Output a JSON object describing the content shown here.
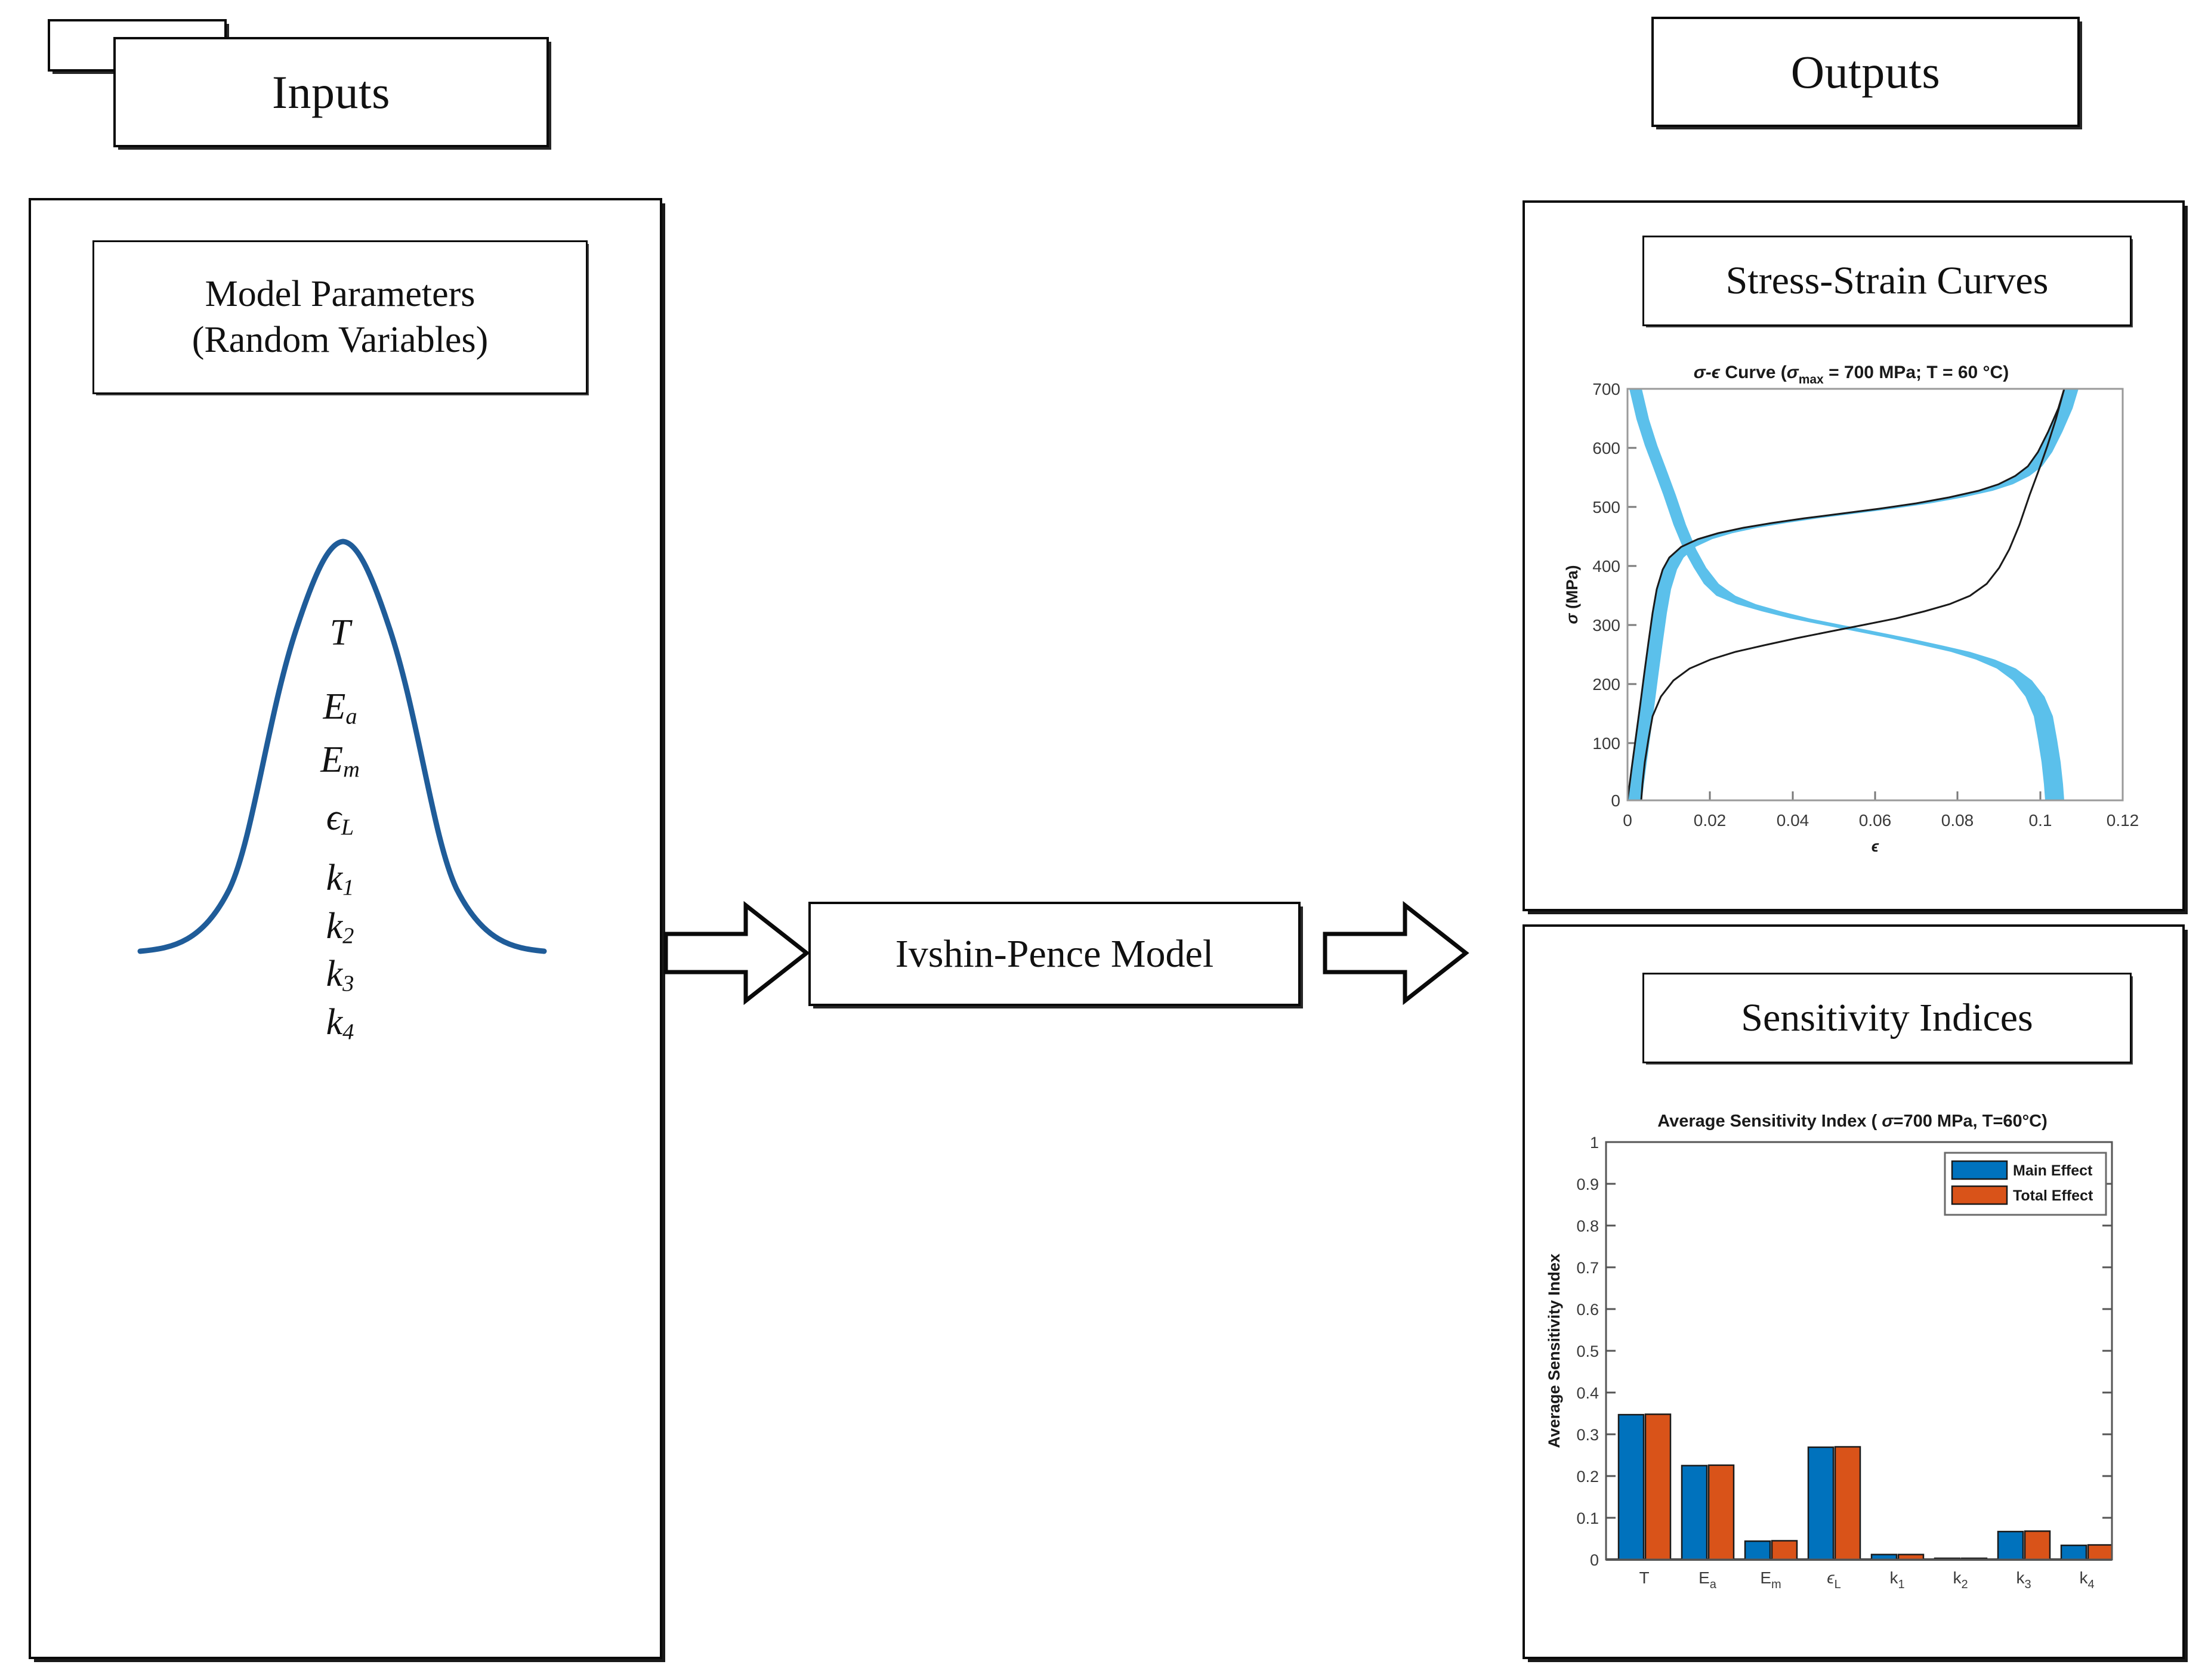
{
  "inputs": {
    "header_label": "Inputs",
    "parameters_box": {
      "line1": "Model Parameters",
      "line2": "(Random Variables)"
    },
    "random_variables": [
      {
        "symbol": "T",
        "sub": ""
      },
      {
        "symbol": "E",
        "sub": "a"
      },
      {
        "symbol": "E",
        "sub": "m"
      },
      {
        "symbol": "ϵ",
        "sub": "L"
      },
      {
        "symbol": "k",
        "sub": "1"
      },
      {
        "symbol": "k",
        "sub": "2"
      },
      {
        "symbol": "k",
        "sub": "3"
      },
      {
        "symbol": "k",
        "sub": "4"
      }
    ],
    "distribution_curve_color": "#1F5C99"
  },
  "model": {
    "label": "Ivshin-Pence Model"
  },
  "flow": {
    "arrow_in_name": "arrow-inputs-to-model",
    "arrow_out_name": "arrow-model-to-outputs"
  },
  "outputs": {
    "header_label": "Outputs",
    "panels": [
      {
        "title": "Stress-Strain Curves"
      },
      {
        "title": "Sensitivity Indices"
      }
    ]
  },
  "chart_data": [
    {
      "type": "line",
      "name": "stress-strain-curve",
      "title": "σ-ϵ Curve (σ_max =  700 MPa; T = 60 °C)",
      "title_parts": {
        "pre": "σ-ϵ Curve (",
        "sigma": "σ",
        "sub": "max",
        "post": " =  700 MPa; T = 60 °C)"
      },
      "xlabel": "ϵ",
      "ylabel": "σ (MPa)",
      "xlim": [
        0,
        0.12
      ],
      "ylim": [
        0,
        700
      ],
      "xticks": [
        "0",
        "0.02",
        "0.04",
        "0.06",
        "0.08",
        "0.1",
        "0.12"
      ],
      "xtick_values": [
        0,
        0.02,
        0.04,
        0.06,
        0.08,
        0.1,
        0.12
      ],
      "yticks": [
        "0",
        "100",
        "200",
        "300",
        "400",
        "500",
        "600",
        "700"
      ],
      "ytick_values": [
        0,
        100,
        200,
        300,
        400,
        500,
        600,
        700
      ],
      "grid": false,
      "band_color": "#5BC0EB",
      "mean_line_color": "#1a1a1a",
      "series": [
        {
          "name": "loading (mean)",
          "points": [
            [
              0.0,
              0
            ],
            [
              0.001,
              55
            ],
            [
              0.002,
              108
            ],
            [
              0.003,
              160
            ],
            [
              0.004,
              215
            ],
            [
              0.005,
              268
            ],
            [
              0.006,
              318
            ],
            [
              0.007,
              358
            ],
            [
              0.0085,
              392
            ],
            [
              0.01,
              412
            ],
            [
              0.013,
              430
            ],
            [
              0.017,
              443
            ],
            [
              0.022,
              453
            ],
            [
              0.028,
              462
            ],
            [
              0.035,
              470
            ],
            [
              0.043,
              478
            ],
            [
              0.052,
              486
            ],
            [
              0.061,
              494
            ],
            [
              0.07,
              503
            ],
            [
              0.078,
              513
            ],
            [
              0.085,
              524
            ],
            [
              0.09,
              536
            ],
            [
              0.094,
              550
            ],
            [
              0.097,
              566
            ],
            [
              0.0995,
              590
            ],
            [
              0.102,
              625
            ],
            [
              0.1045,
              665
            ],
            [
              0.106,
              700
            ]
          ],
          "band_halfwidth": 14
        },
        {
          "name": "unloading (mean)",
          "points": [
            [
              0.106,
              700
            ],
            [
              0.104,
              648
            ],
            [
              0.102,
              604
            ],
            [
              0.1,
              566
            ],
            [
              0.0975,
              520
            ],
            [
              0.095,
              470
            ],
            [
              0.0925,
              428
            ],
            [
              0.09,
              396
            ],
            [
              0.087,
              368
            ],
            [
              0.083,
              348
            ],
            [
              0.078,
              333
            ],
            [
              0.072,
              320
            ],
            [
              0.065,
              308
            ],
            [
              0.057,
              296
            ],
            [
              0.049,
              285
            ],
            [
              0.041,
              274
            ],
            [
              0.033,
              262
            ],
            [
              0.026,
              250
            ],
            [
              0.02,
              238
            ],
            [
              0.015,
              224
            ],
            [
              0.011,
              208
            ],
            [
              0.008,
              190
            ],
            [
              0.0058,
              168
            ],
            [
              0.0042,
              146
            ],
            [
              0.003,
              124
            ],
            [
              0.002,
              100
            ],
            [
              0.0012,
              72
            ],
            [
              0.0005,
              36
            ],
            [
              0.0,
              0
            ]
          ],
          "band_halfwidth": 17
        }
      ]
    },
    {
      "type": "bar",
      "name": "average-sensitivity-index",
      "title": "Average Sensitivity Index ( σ=700 MPa, T=60°C)",
      "title_parts": {
        "pre": "Average Sensitivity Index ( ",
        "sigma": "σ",
        "post": "=700 MPa, T=60°C)"
      },
      "xlabel": "",
      "ylabel": "Average Sensitivity Index",
      "ylim": [
        0,
        1
      ],
      "yticks": [
        "0",
        "0.1",
        "0.2",
        "0.3",
        "0.4",
        "0.5",
        "0.6",
        "0.7",
        "0.8",
        "0.9",
        "1"
      ],
      "ytick_values": [
        0,
        0.1,
        0.2,
        0.3,
        0.4,
        0.5,
        0.6,
        0.7,
        0.8,
        0.9,
        1
      ],
      "categories": [
        "T",
        "E_a",
        "E_m",
        "ϵ_L",
        "k_1",
        "k_2",
        "k_3",
        "k_4"
      ],
      "category_parts": [
        {
          "base": "T",
          "sub": ""
        },
        {
          "base": "E",
          "sub": "a"
        },
        {
          "base": "E",
          "sub": "m"
        },
        {
          "base": "ϵ",
          "sub": "L"
        },
        {
          "base": "k",
          "sub": "1"
        },
        {
          "base": "k",
          "sub": "2"
        },
        {
          "base": "k",
          "sub": "3"
        },
        {
          "base": "k",
          "sub": "4"
        }
      ],
      "grid": false,
      "legend_position": "top-right",
      "series": [
        {
          "name": "Main Effect",
          "color": "#0072BD",
          "values": [
            0.347,
            0.225,
            0.044,
            0.269,
            0.012,
            0.003,
            0.067,
            0.034
          ]
        },
        {
          "name": "Total Effect",
          "color": "#D95319",
          "values": [
            0.348,
            0.226,
            0.045,
            0.27,
            0.012,
            0.003,
            0.068,
            0.035
          ]
        }
      ]
    }
  ]
}
